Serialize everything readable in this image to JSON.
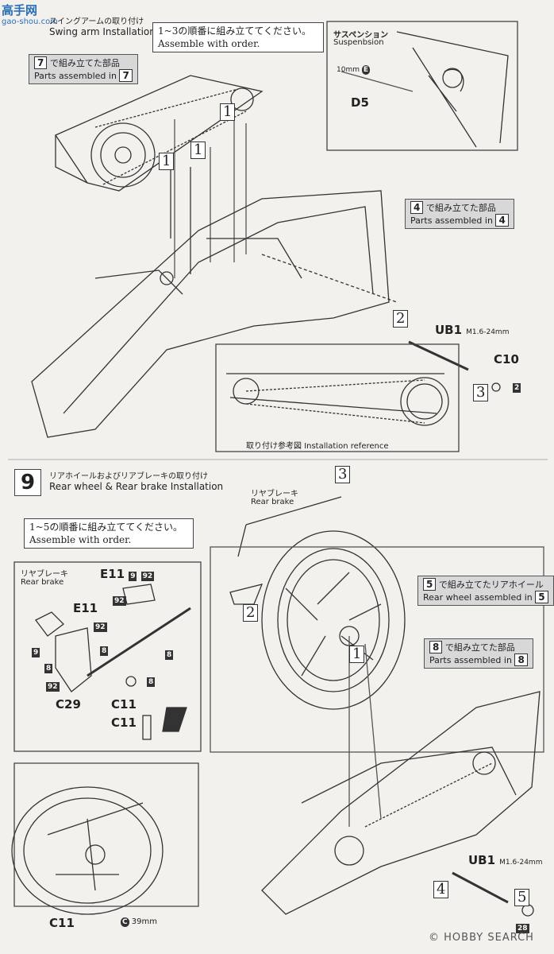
{
  "watermark": {
    "top": "高手网",
    "bottom": "gao-shou.com"
  },
  "step8": {
    "title_jp": "スイングアームの取り付け",
    "title_en": "Swing arm Installation",
    "order_jp": "1~3の順番に組み立ててください。",
    "order_en": "Assemble with order.",
    "sub7_jp": "で組み立てた部品",
    "sub7_en": "Parts assembled in",
    "sub7_num": "7",
    "suspension_jp": "サスペンション",
    "suspension_en": "Suspenbsion",
    "tenmm": "10mm",
    "e_mark": "E",
    "d5": "D5",
    "sub4_jp": "で組み立てた部品",
    "sub4_en": "Parts assembled in",
    "sub4_num": "4",
    "ub1": "UB1",
    "ub1_spec": "M1.6-24mm",
    "c10": "C10",
    "c10_num": "2",
    "ref_jp": "取り付け参考図",
    "ref_en": "Installation reference",
    "n1": "1",
    "n2": "2",
    "n3": "3"
  },
  "step9": {
    "num": "9",
    "title_jp": "リアホイールおよびリアブレーキの取り付け",
    "title_en": "Rear wheel & Rear brake Installation",
    "order_jp": "1~5の順番に組み立ててください。",
    "order_en": "Assemble with order.",
    "rearbrake_jp": "リヤブレーキ",
    "rearbrake_en": "Rear brake",
    "e11": "E11",
    "n9": "9",
    "n92": "92",
    "n8": "8",
    "c11": "C11",
    "c29": "C29",
    "sub5_jp": "で組み立てたリアホイール",
    "sub5_en": "Rear wheel assembled in",
    "sub5_num": "5",
    "sub8_jp": "で組み立てた部品",
    "sub8_en": "Parts assembled in",
    "sub8_num": "8",
    "ub1": "UB1",
    "ub1_spec": "M1.6-24mm",
    "n28": "28",
    "c_mark": "C",
    "c39": "39mm",
    "n1": "1",
    "n2": "2",
    "n3": "3",
    "n4": "4",
    "n5": "5"
  },
  "footer": {
    "logo": "HOBBY SEARCH",
    "copyright": "©"
  }
}
